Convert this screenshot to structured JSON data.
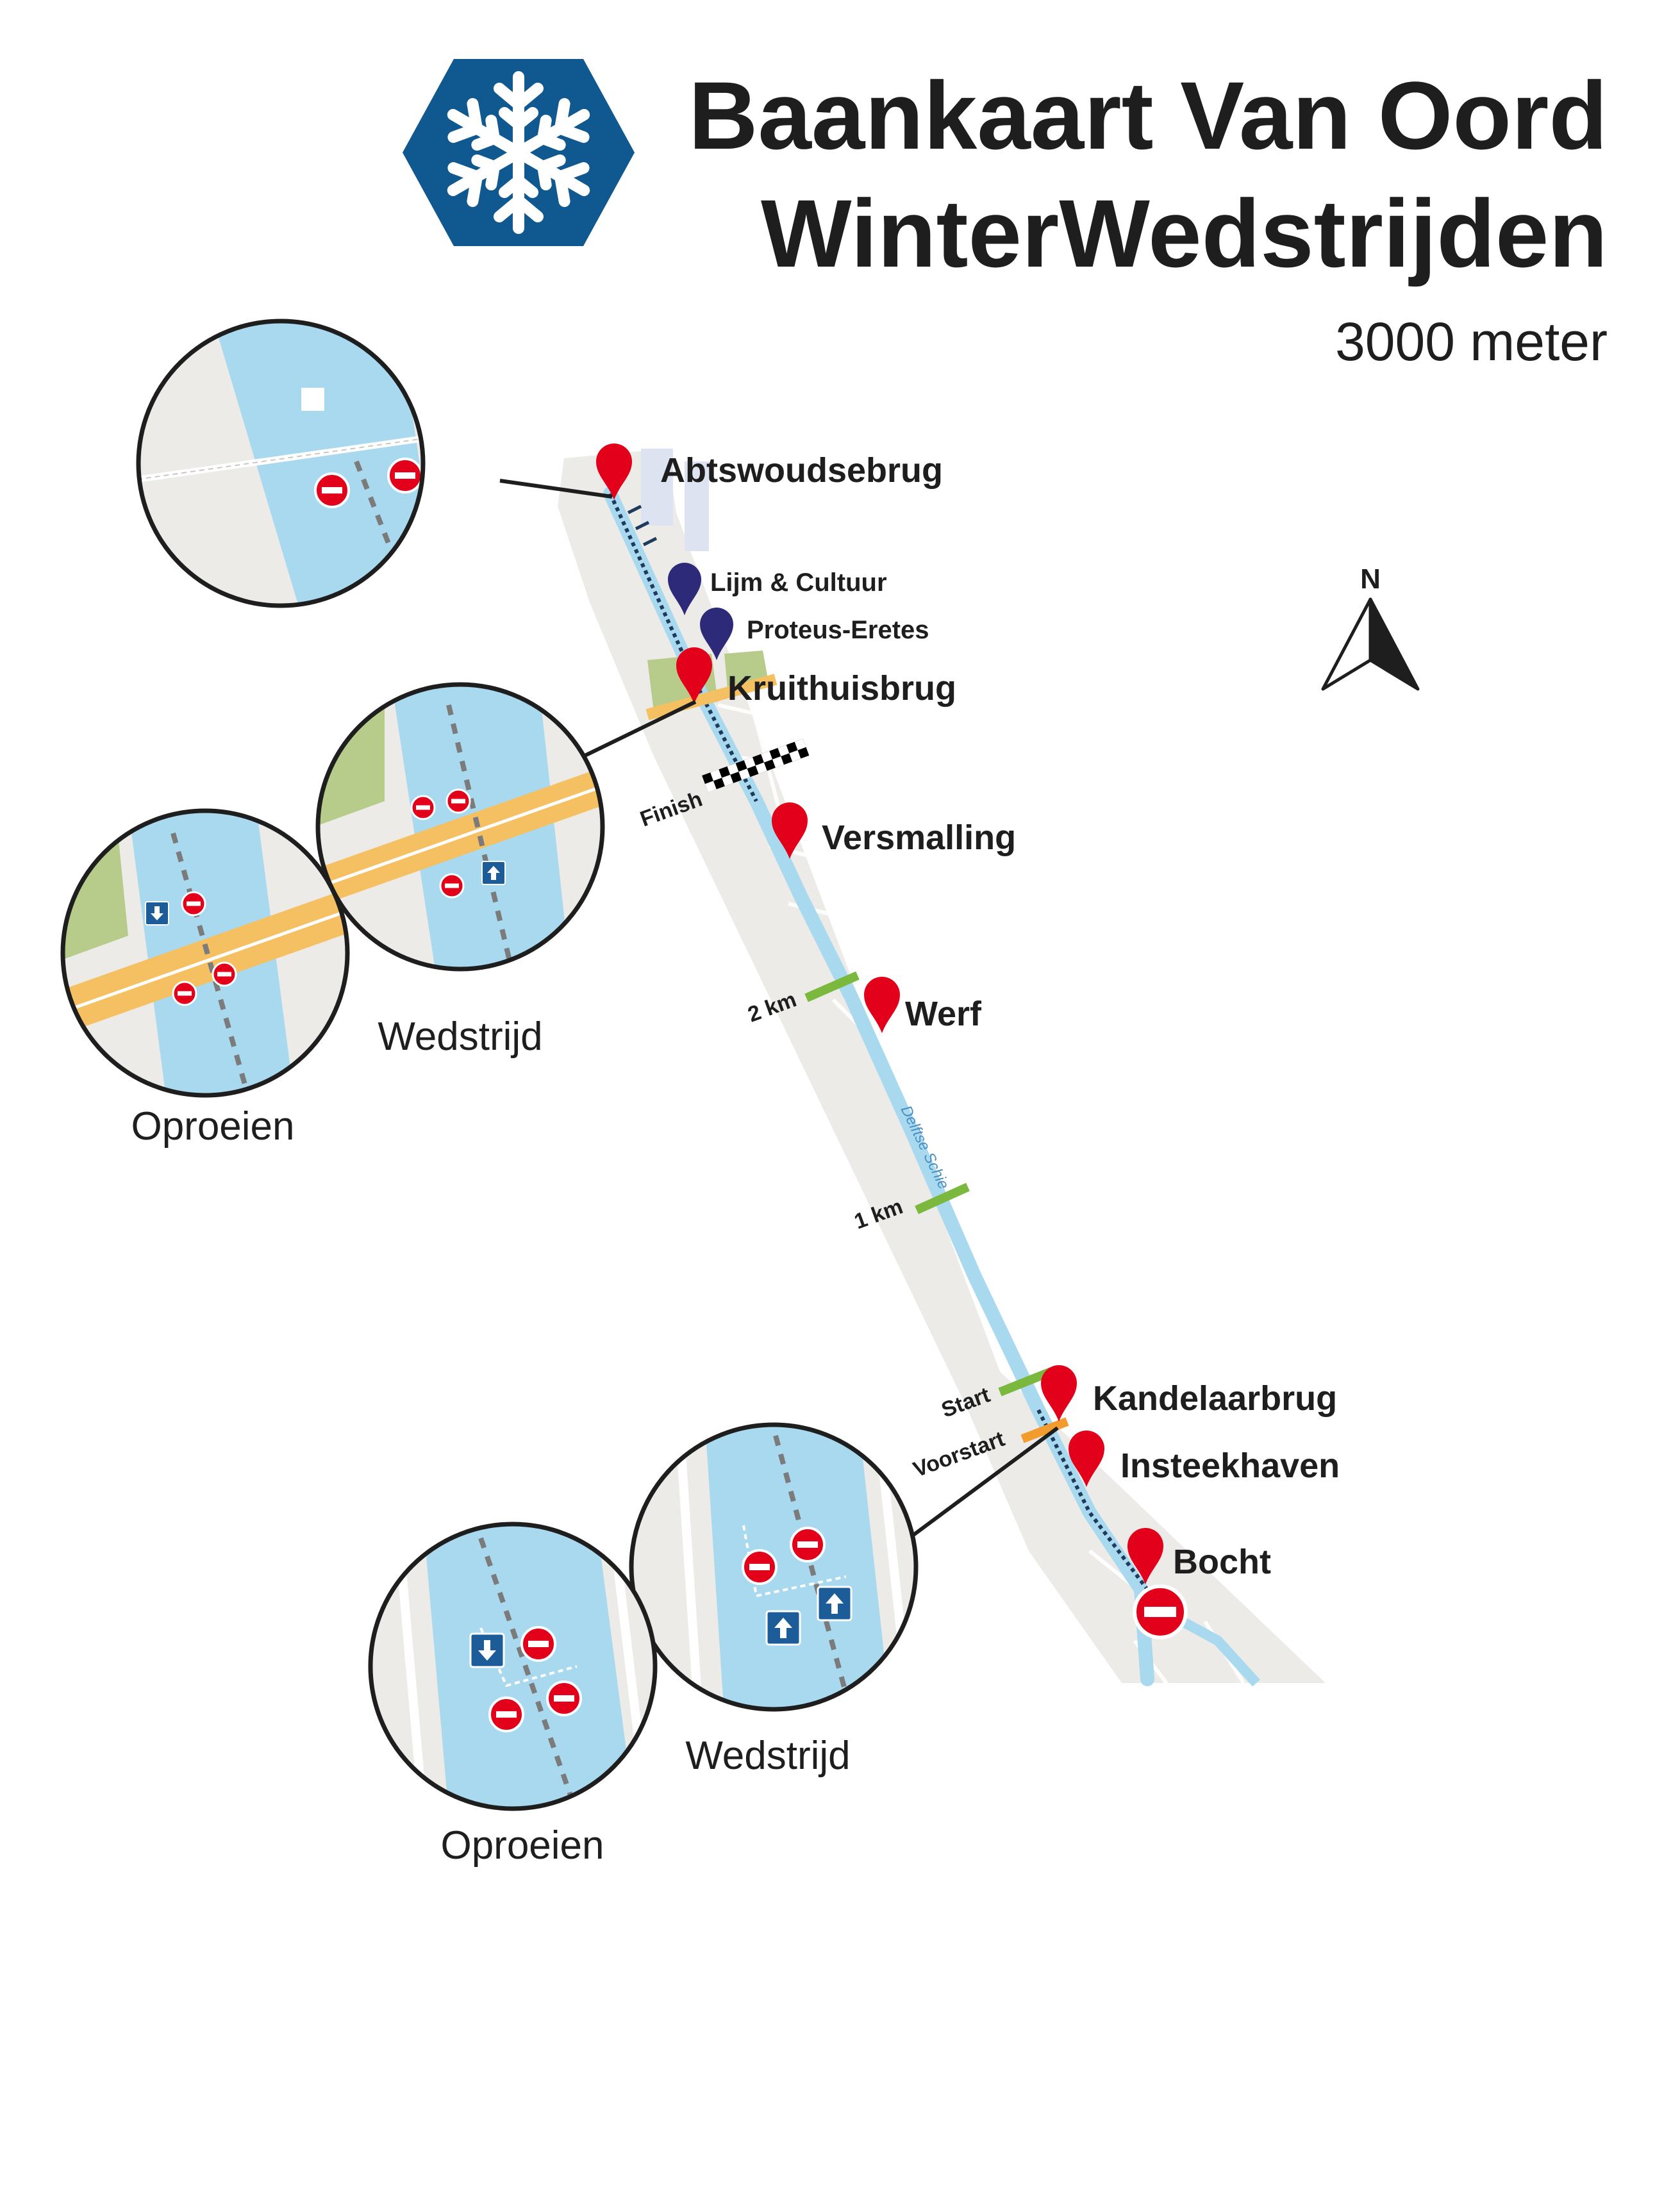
{
  "title": {
    "line1": "Baankaart Van Oord",
    "line2": "WinterWedstrijden",
    "distance": "3000 meter"
  },
  "compass": {
    "label": "N"
  },
  "locations": {
    "abtswoudsebrug": "Abtswoudsebrug",
    "lijm": "Lijm & Cultuur",
    "proteus": "Proteus-Eretes",
    "kruithuisbrug": "Kruithuisbrug",
    "versmalling": "Versmalling",
    "werf": "Werf",
    "kandelaarbrug": "Kandelaarbrug",
    "insteekhaven": "Insteekhaven",
    "bocht": "Bocht"
  },
  "markers": {
    "finish": "Finish",
    "km2": "2 km",
    "km1": "1 km",
    "start": "Start",
    "voorstart": "Voorstart"
  },
  "river_label": "Delftse Schie",
  "insets": {
    "kruithuis_wedstrijd": "Wedstrijd",
    "kruithuis_oproeien": "Oproeien",
    "kandelaar_wedstrijd": "Wedstrijd",
    "kandelaar_oproeien": "Oproeien"
  },
  "colors": {
    "logo": "#0f5890",
    "pin_red": "#e2001a",
    "pin_blue": "#2d2a7a",
    "water": "#a9d9ef",
    "land": "#ecebe8",
    "km_marker": "#7ab83e",
    "voorstart_marker": "#f39c2e",
    "road": "#f5c062"
  },
  "icons": {
    "logo": "snowflake-icon",
    "location_pin": "map-pin-icon",
    "no_entry": "no-entry-icon",
    "direction": "arrow-sign-icon"
  }
}
